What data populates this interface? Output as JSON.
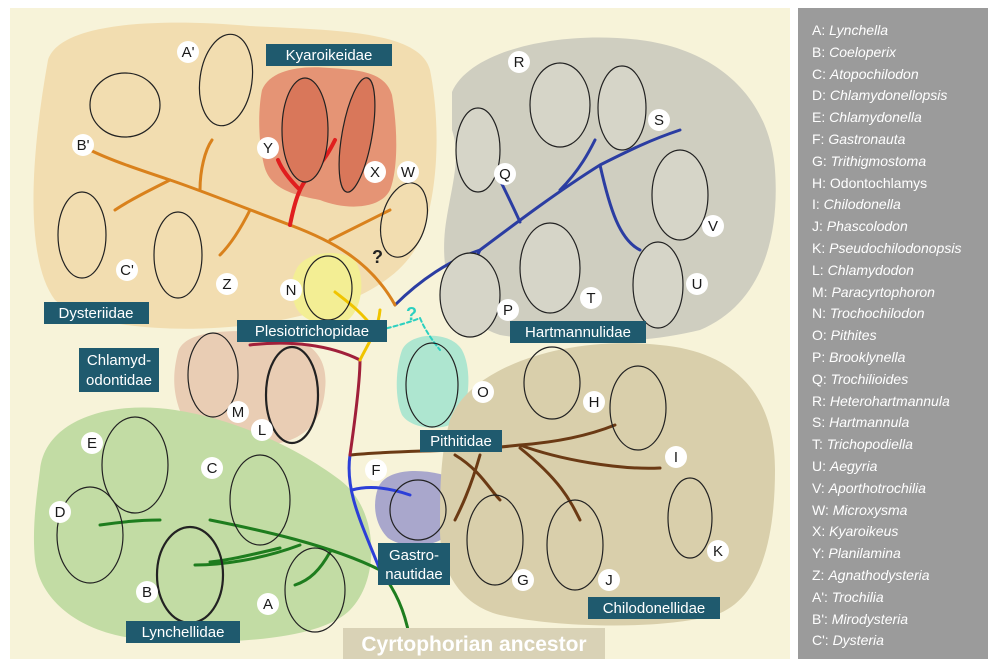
{
  "root_label": "Cyrtophorian ancestor",
  "families": {
    "dysteriidae": "Dysteriidae",
    "kyaroikeidae": "Kyaroikeidae",
    "hartmannulidae": "Hartmannulidae",
    "plesiotrichopidae": "Plesiotrichopidae",
    "chlamydodontidae_1": "Chlamyd-",
    "chlamydodontidae_2": "odontidae",
    "pithitidae": "Pithitidae",
    "gastronautidae_1": "Gastro-",
    "gastronautidae_2": "nautidae",
    "chilodonellidae": "Chilodonellidae",
    "lynchellidae": "Lynchellidae"
  },
  "uncertain_marks": {
    "kyaroikeidae_link": "?",
    "pithitidae_link": "?"
  },
  "node_labels": {
    "A": "A",
    "B": "B",
    "C": "C",
    "D": "D",
    "E": "E",
    "F": "F",
    "G": "G",
    "H": "H",
    "I": "I",
    "J": "J",
    "K": "K",
    "L": "L",
    "M": "M",
    "N": "N",
    "O": "O",
    "P": "P",
    "Q": "Q",
    "R": "R",
    "S": "S",
    "T": "T",
    "U": "U",
    "V": "V",
    "W": "W",
    "X": "X",
    "Y": "Y",
    "Z": "Z",
    "A1": "A'",
    "B1": "B'",
    "C1": "C'"
  },
  "legend": [
    {
      "code": "A:",
      "name": "Lynchella",
      "italic": true
    },
    {
      "code": "B:",
      "name": "Coeloperix",
      "italic": true
    },
    {
      "code": "C:",
      "name": "Atopochilodon",
      "italic": true
    },
    {
      "code": "D:",
      "name": "Chlamydonellopsis",
      "italic": true
    },
    {
      "code": "E:",
      "name": "Chlamydonella",
      "italic": true
    },
    {
      "code": "F:",
      "name": "Gastronauta",
      "italic": true
    },
    {
      "code": "G:",
      "name": "Trithigmostoma",
      "italic": true
    },
    {
      "code": "H:",
      "name": "Odontochlamys",
      "italic": false
    },
    {
      "code": "I:",
      "name": "Chilodonella",
      "italic": true
    },
    {
      "code": "J:",
      "name": "Phascolodon",
      "italic": true
    },
    {
      "code": "K:",
      "name": "Pseudochilodonopsis",
      "italic": true
    },
    {
      "code": "L:",
      "name": "Chlamydodon",
      "italic": true
    },
    {
      "code": "M:",
      "name": "Paracyrtophoron",
      "italic": true
    },
    {
      "code": "N:",
      "name": "Trochochilodon",
      "italic": true
    },
    {
      "code": "O:",
      "name": "Pithites",
      "italic": true
    },
    {
      "code": "P:",
      "name": "Brooklynella",
      "italic": true
    },
    {
      "code": "Q:",
      "name": "Trochilioides",
      "italic": true
    },
    {
      "code": "R:",
      "name": "Heterohartmannula",
      "italic": true
    },
    {
      "code": "S:",
      "name": "Hartmannula",
      "italic": true
    },
    {
      "code": "T:",
      "name": "Trichopodiella",
      "italic": true
    },
    {
      "code": "U:",
      "name": "Aegyria",
      "italic": true
    },
    {
      "code": "V:",
      "name": "Aporthotrochilia",
      "italic": true
    },
    {
      "code": "W:",
      "name": "Microxysma",
      "italic": true
    },
    {
      "code": "X:",
      "name": "Kyaroikeus",
      "italic": true
    },
    {
      "code": "Y:",
      "name": "Planilamina",
      "italic": true
    },
    {
      "code": "Z:",
      "name": "Agnathodysteria",
      "italic": true
    },
    {
      "code": "A':",
      "name": "Trochilia",
      "italic": true
    },
    {
      "code": "B':",
      "name": "Mirodysteria",
      "italic": true
    },
    {
      "code": "C':",
      "name": "Dysteria",
      "italic": true
    }
  ],
  "colors": {
    "background": "#f7f3d9",
    "dysteriidae_fill": "#f2ddb0",
    "kyaroikeidae_fill": "#e59475",
    "hartmannulidae_fill": "#cfcec0",
    "plesiotrichopidae_fill": "#f3ee94",
    "chlamydodontidae_fill": "#e9cdb4",
    "pithitidae_fill": "#aee6d0",
    "gastronautidae_fill": "#a9a7cc",
    "chilodonellidae_fill": "#d9cfab",
    "lynchellidae_fill": "#c2dca4",
    "label_box": "#1f5a6e",
    "root_box": "#d9d2b6",
    "legend_bg": "#9b9b9b"
  }
}
